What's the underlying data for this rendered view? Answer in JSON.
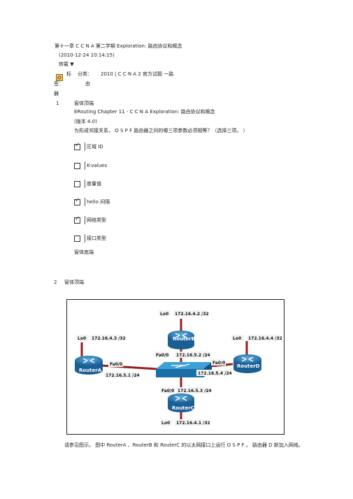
{
  "header": {
    "title_line": "第十一章   C C N A  第二学期   Exploration:  路由协议和概念",
    "date": "(2010-12-24 10:14:15)",
    "repost": "转载 ▼",
    "tag_label": "标",
    "category_label": "分类：",
    "category_value": "2010 | C C N A 2  官方试题 一路",
    "tags_label": "签：",
    "tags_value": "由",
    "extra": "器"
  },
  "question1": {
    "number": "1",
    "form_top": "窗体顶端",
    "source_title": "ERouting Chapter 11 - C C N A  Exploration:  路由协议和概念",
    "version": "(版本  4.0)",
    "text": "为形成邻接关系，     O S P F  路由器之间的哪三项参数必须相等？（选择三项。          ）",
    "options": [
      {
        "label": "区域  ID",
        "checked": true
      },
      {
        "label": "K-values",
        "checked": false
      },
      {
        "label": "度量值",
        "checked": false
      },
      {
        "label": "hello  间隔",
        "checked": true
      },
      {
        "label": "网络类型",
        "checked": true
      },
      {
        "label": "接口类型",
        "checked": false
      }
    ],
    "form_bottom": "窗体底端"
  },
  "question2": {
    "number": "2",
    "form_top": "窗体顶端",
    "caption": "请参见图示。     图中   RouterA 、RouterB  和  RouterC 的以太网接口上运行          O S P F 。  路由器    D  新加入网络。"
  },
  "diagram": {
    "colors": {
      "link": "#9b1c1c",
      "router": "#2a7fbf",
      "router_dark": "#1a5f94",
      "switch": "#3ea0d8",
      "label_bg": "#f4f4f4"
    },
    "labels": {
      "b_lo0": "Lo0",
      "b_lo0_ip": "172.16.4.2 /32",
      "router_b": "RouterB",
      "b_fa": "Fa0/0",
      "b_fa_ip": "172.16.5.2 /24",
      "a_lo0": "Lo0",
      "a_lo0_ip": "172.16.4.3 /32",
      "router_a": "RouterA",
      "a_fa": "Fa0/0",
      "a_fa_ip": "172.16.5.1 /24",
      "d_lo0": "Lo0",
      "d_lo0_ip": "172.16.4.4 /32",
      "router_d": "RouterD",
      "d_fa": "Fa0/0",
      "d_fa_ip": "172.16.5.4 /24",
      "c_fa": "Fa0/0",
      "c_fa_ip": "172.16.5.3 /24",
      "router_c": "RouterC",
      "c_lo0": "Lo0",
      "c_lo0_ip": "172.16.4.1 /32"
    }
  }
}
